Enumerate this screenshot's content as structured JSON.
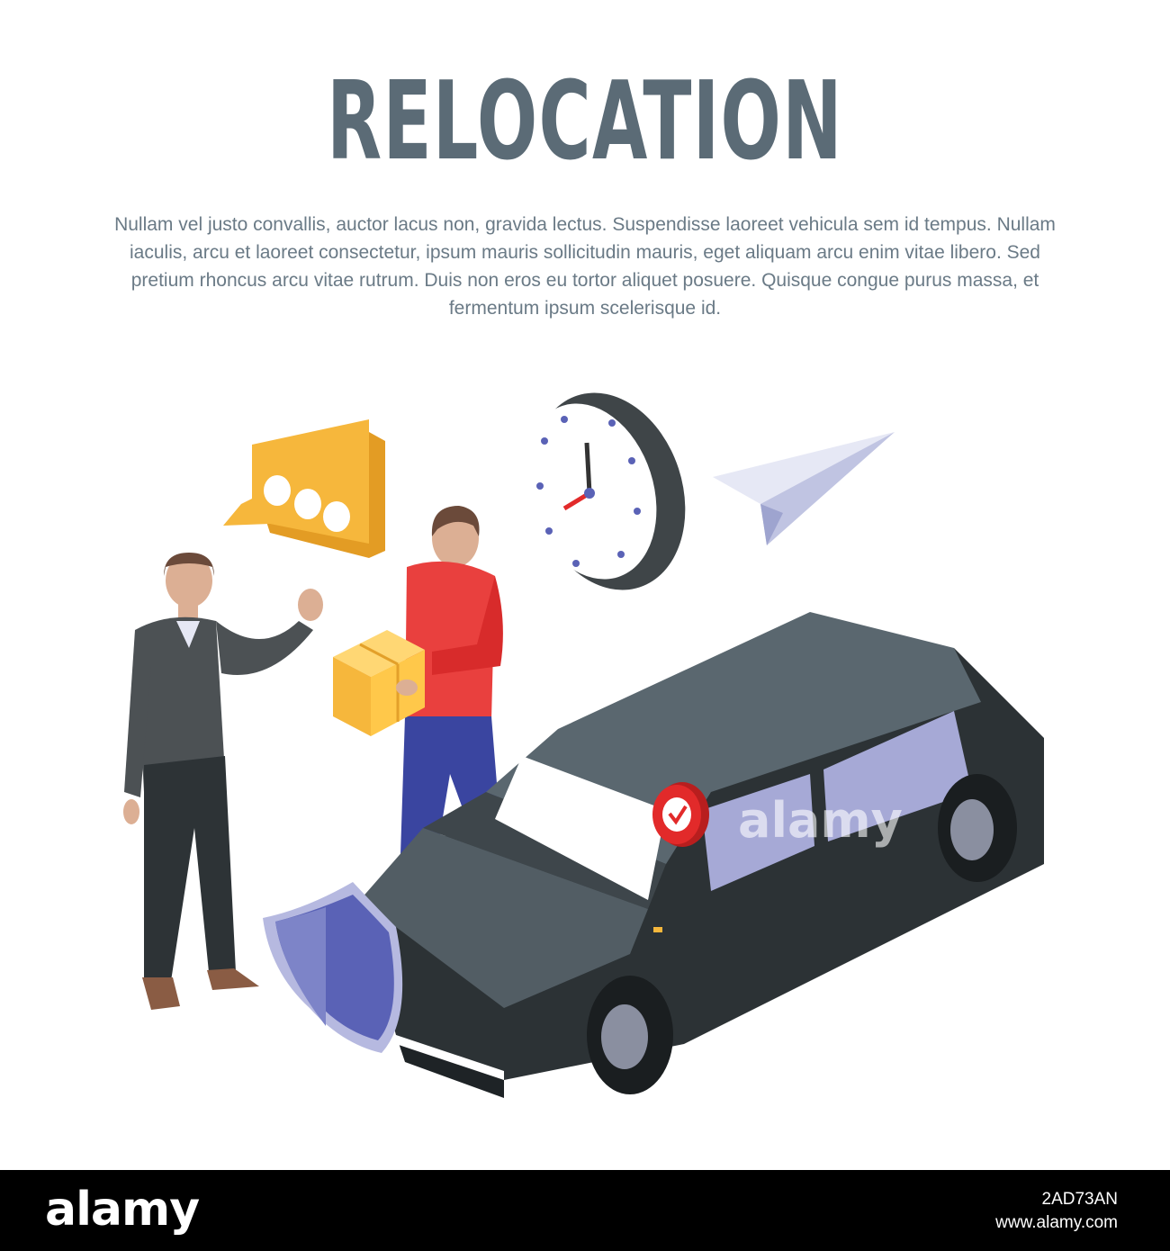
{
  "title": "RELOCATION",
  "body_text": "Nullam vel justo convallis, auctor lacus non, gravida lectus. Suspendisse laoreet vehicula sem id tempus. Nullam iaculis, arcu et laoreet consectetur, ipsum mauris sollicitudin mauris, eget aliquam arcu enim vitae libero. Sed pretium rhoncus arcu vitae rutrum. Duis non eros eu tortor aliquet posuere. Quisque congue purus massa, et fermentum ipsum scelerisque id.",
  "illustration": {
    "icons": [
      "speech-bubble-icon",
      "clock-icon",
      "paper-plane-icon",
      "shield-icon",
      "checkmark-badge-icon",
      "cardboard-box-icon"
    ],
    "colors": {
      "title": "#5b6b76",
      "car_body": "#3a4145",
      "car_roof": "#5a676f",
      "bubble": "#f6b73c",
      "shirt": "#e9403e",
      "shield": "#5a62b6",
      "badge": "#e22a2a"
    }
  },
  "watermark": "alamy",
  "footer": {
    "logo": "alamy",
    "image_id": "2AD73AN",
    "site": "www.alamy.com"
  }
}
